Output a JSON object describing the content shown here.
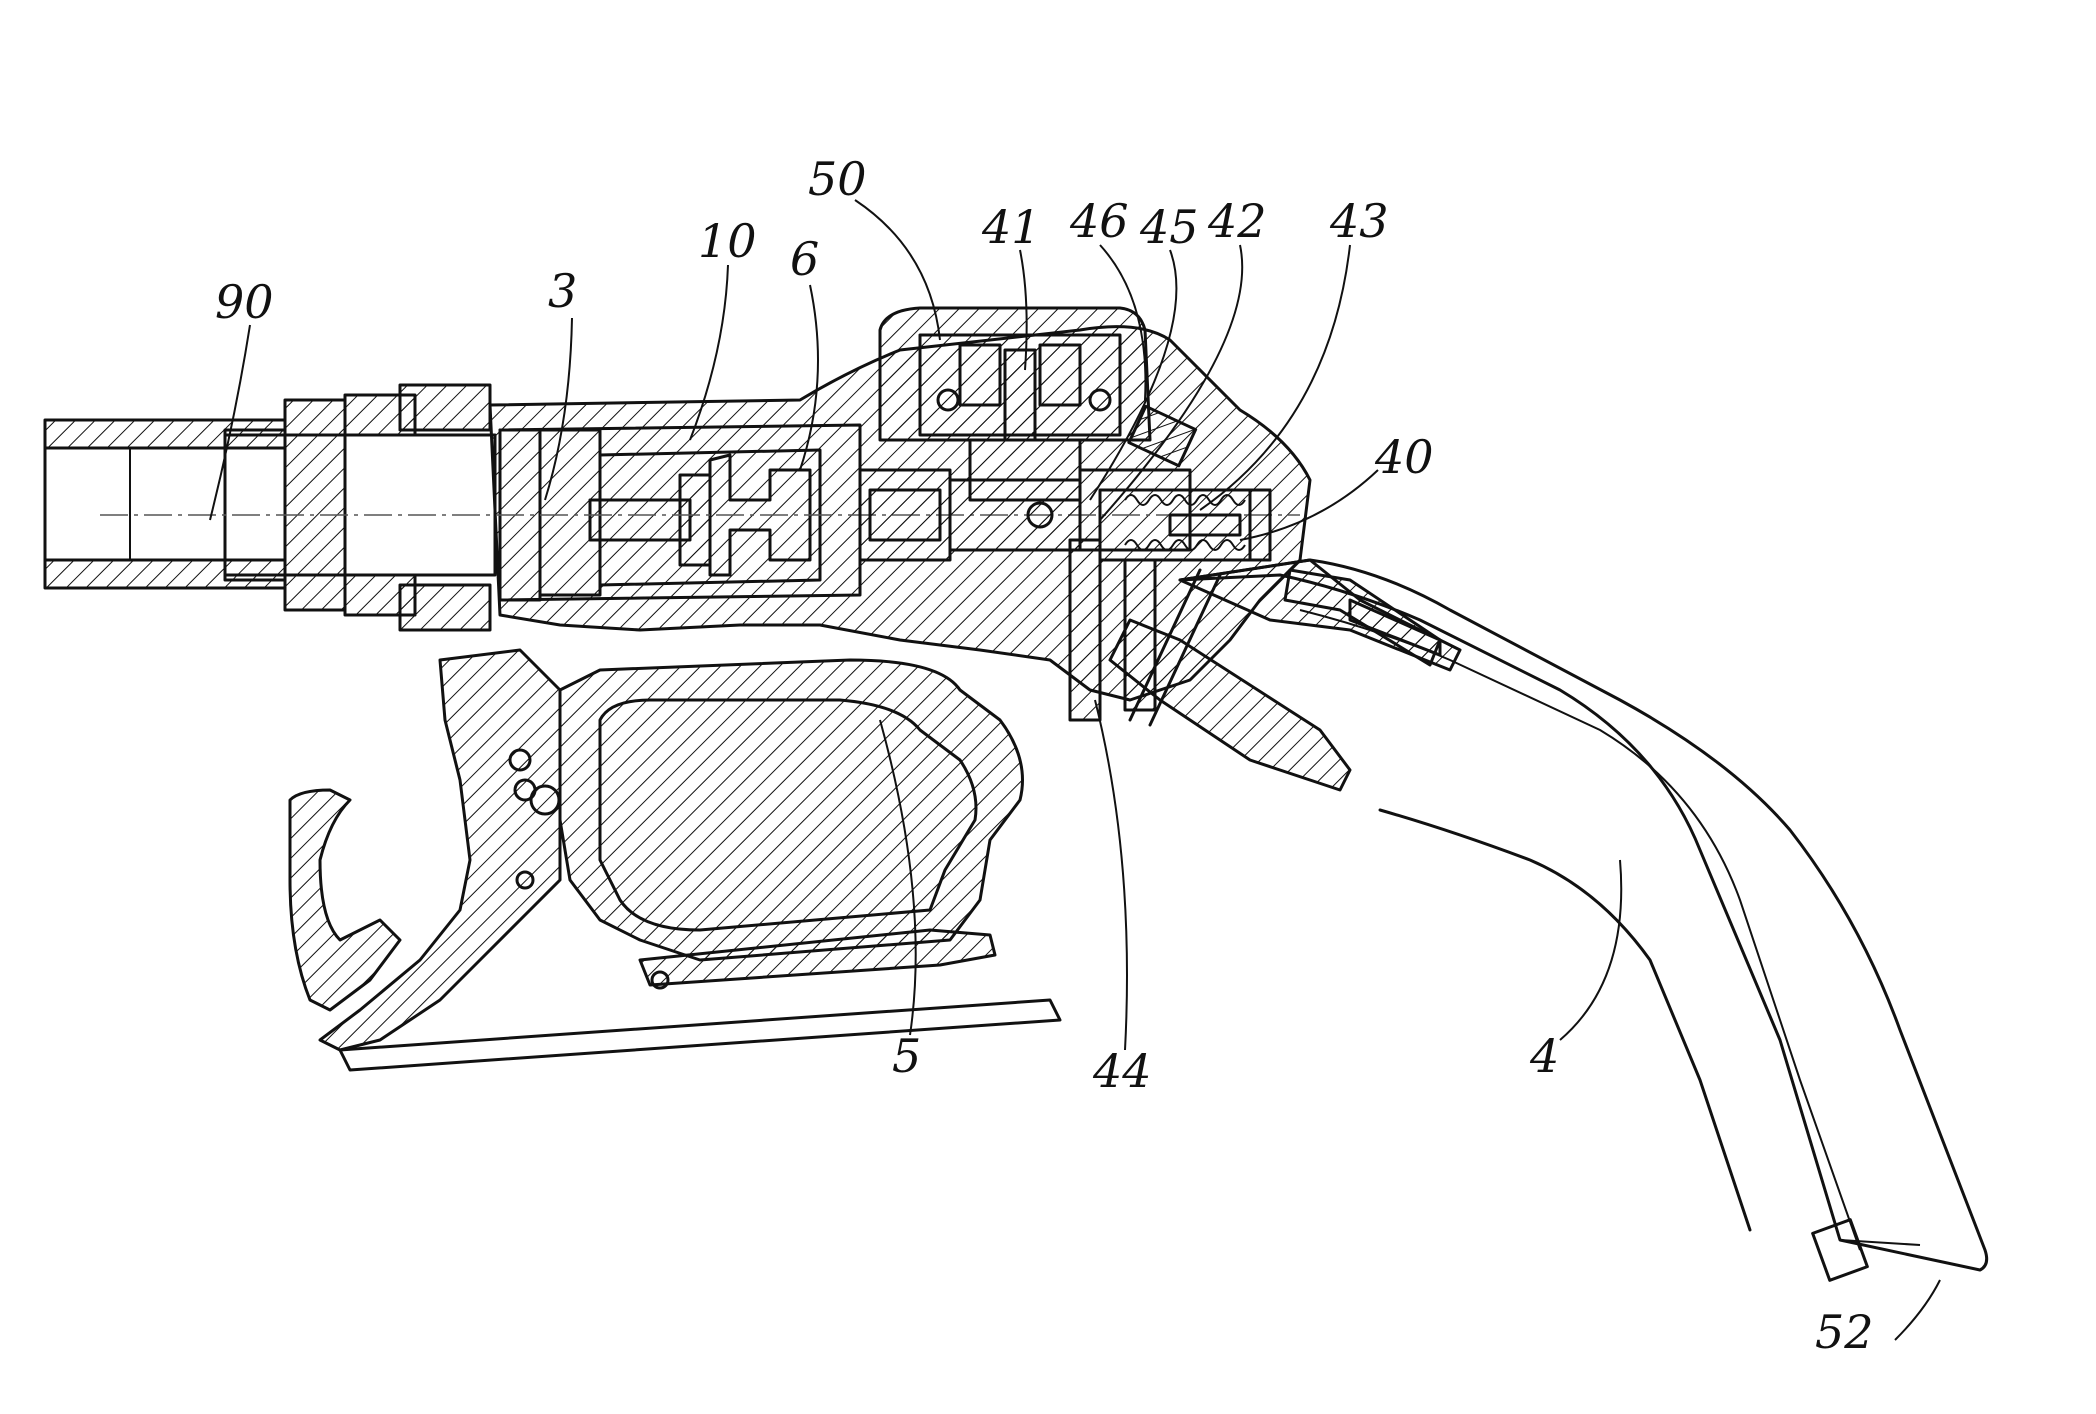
{
  "figure": {
    "line_color": "#111111",
    "background": "#ffffff",
    "reference_numerals": [
      {
        "id": "90",
        "text": "90"
      },
      {
        "id": "3",
        "text": "3"
      },
      {
        "id": "10",
        "text": "10"
      },
      {
        "id": "6",
        "text": "6"
      },
      {
        "id": "50",
        "text": "50"
      },
      {
        "id": "41",
        "text": "41"
      },
      {
        "id": "46",
        "text": "46"
      },
      {
        "id": "45",
        "text": "45"
      },
      {
        "id": "42",
        "text": "42"
      },
      {
        "id": "43",
        "text": "43"
      },
      {
        "id": "40",
        "text": "40"
      },
      {
        "id": "5",
        "text": "5"
      },
      {
        "id": "44",
        "text": "44"
      },
      {
        "id": "4",
        "text": "4"
      },
      {
        "id": "52",
        "text": "52"
      }
    ]
  }
}
